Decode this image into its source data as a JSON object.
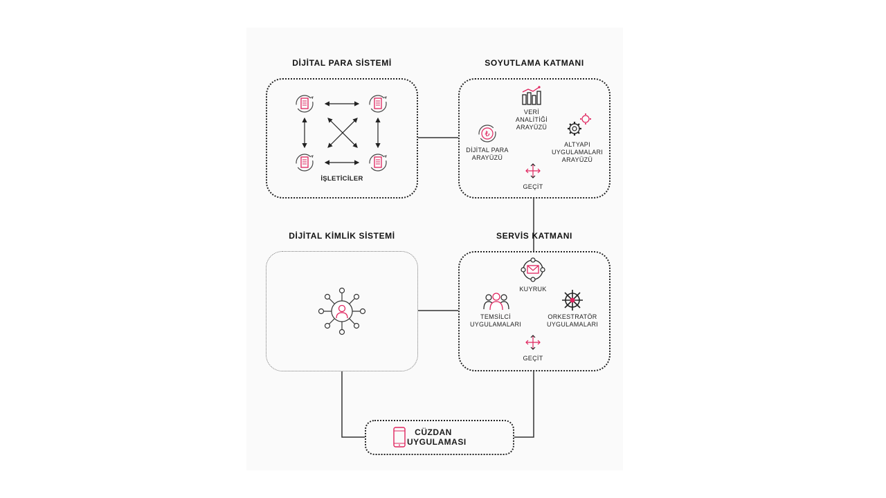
{
  "colors": {
    "accent": "#e0245e",
    "line": "#333333"
  },
  "digital_money_system": {
    "title": "DİJİTAL PARA SİSTEMİ",
    "operators_label": "İŞLETİCİLER",
    "icons": [
      "bank-cycle-icon",
      "bank-cycle-icon",
      "bank-cycle-icon",
      "bank-cycle-icon"
    ]
  },
  "abstraction_layer": {
    "title": "SOYUTLAMA KATMANI",
    "data_analytics": "VERİ\nANALİTİĞİ\nARAYÜZÜ",
    "digital_money_interface": "DİJİTAL PARA\nARAYÜZÜ",
    "infrastructure_apps": "ALTYAPI\nUYGULAMALARI\nARAYÜZÜ",
    "gateway": "GEÇİT"
  },
  "digital_identity_system": {
    "title": "DİJİTAL KİMLİK SİSTEMİ",
    "icon": "identity-network-icon"
  },
  "service_layer": {
    "title": "SERVİS KATMANI",
    "queue": "KUYRUK",
    "agent_apps": "TEMSİLCİ\nUYGULAMALARI",
    "orchestrator_apps": "ORKESTRATÖR\nUYGULAMALARI",
    "gateway": "GEÇİT"
  },
  "wallet": {
    "label": "CÜZDAN\nUYGULAMASI",
    "icon": "smartphone-icon"
  }
}
